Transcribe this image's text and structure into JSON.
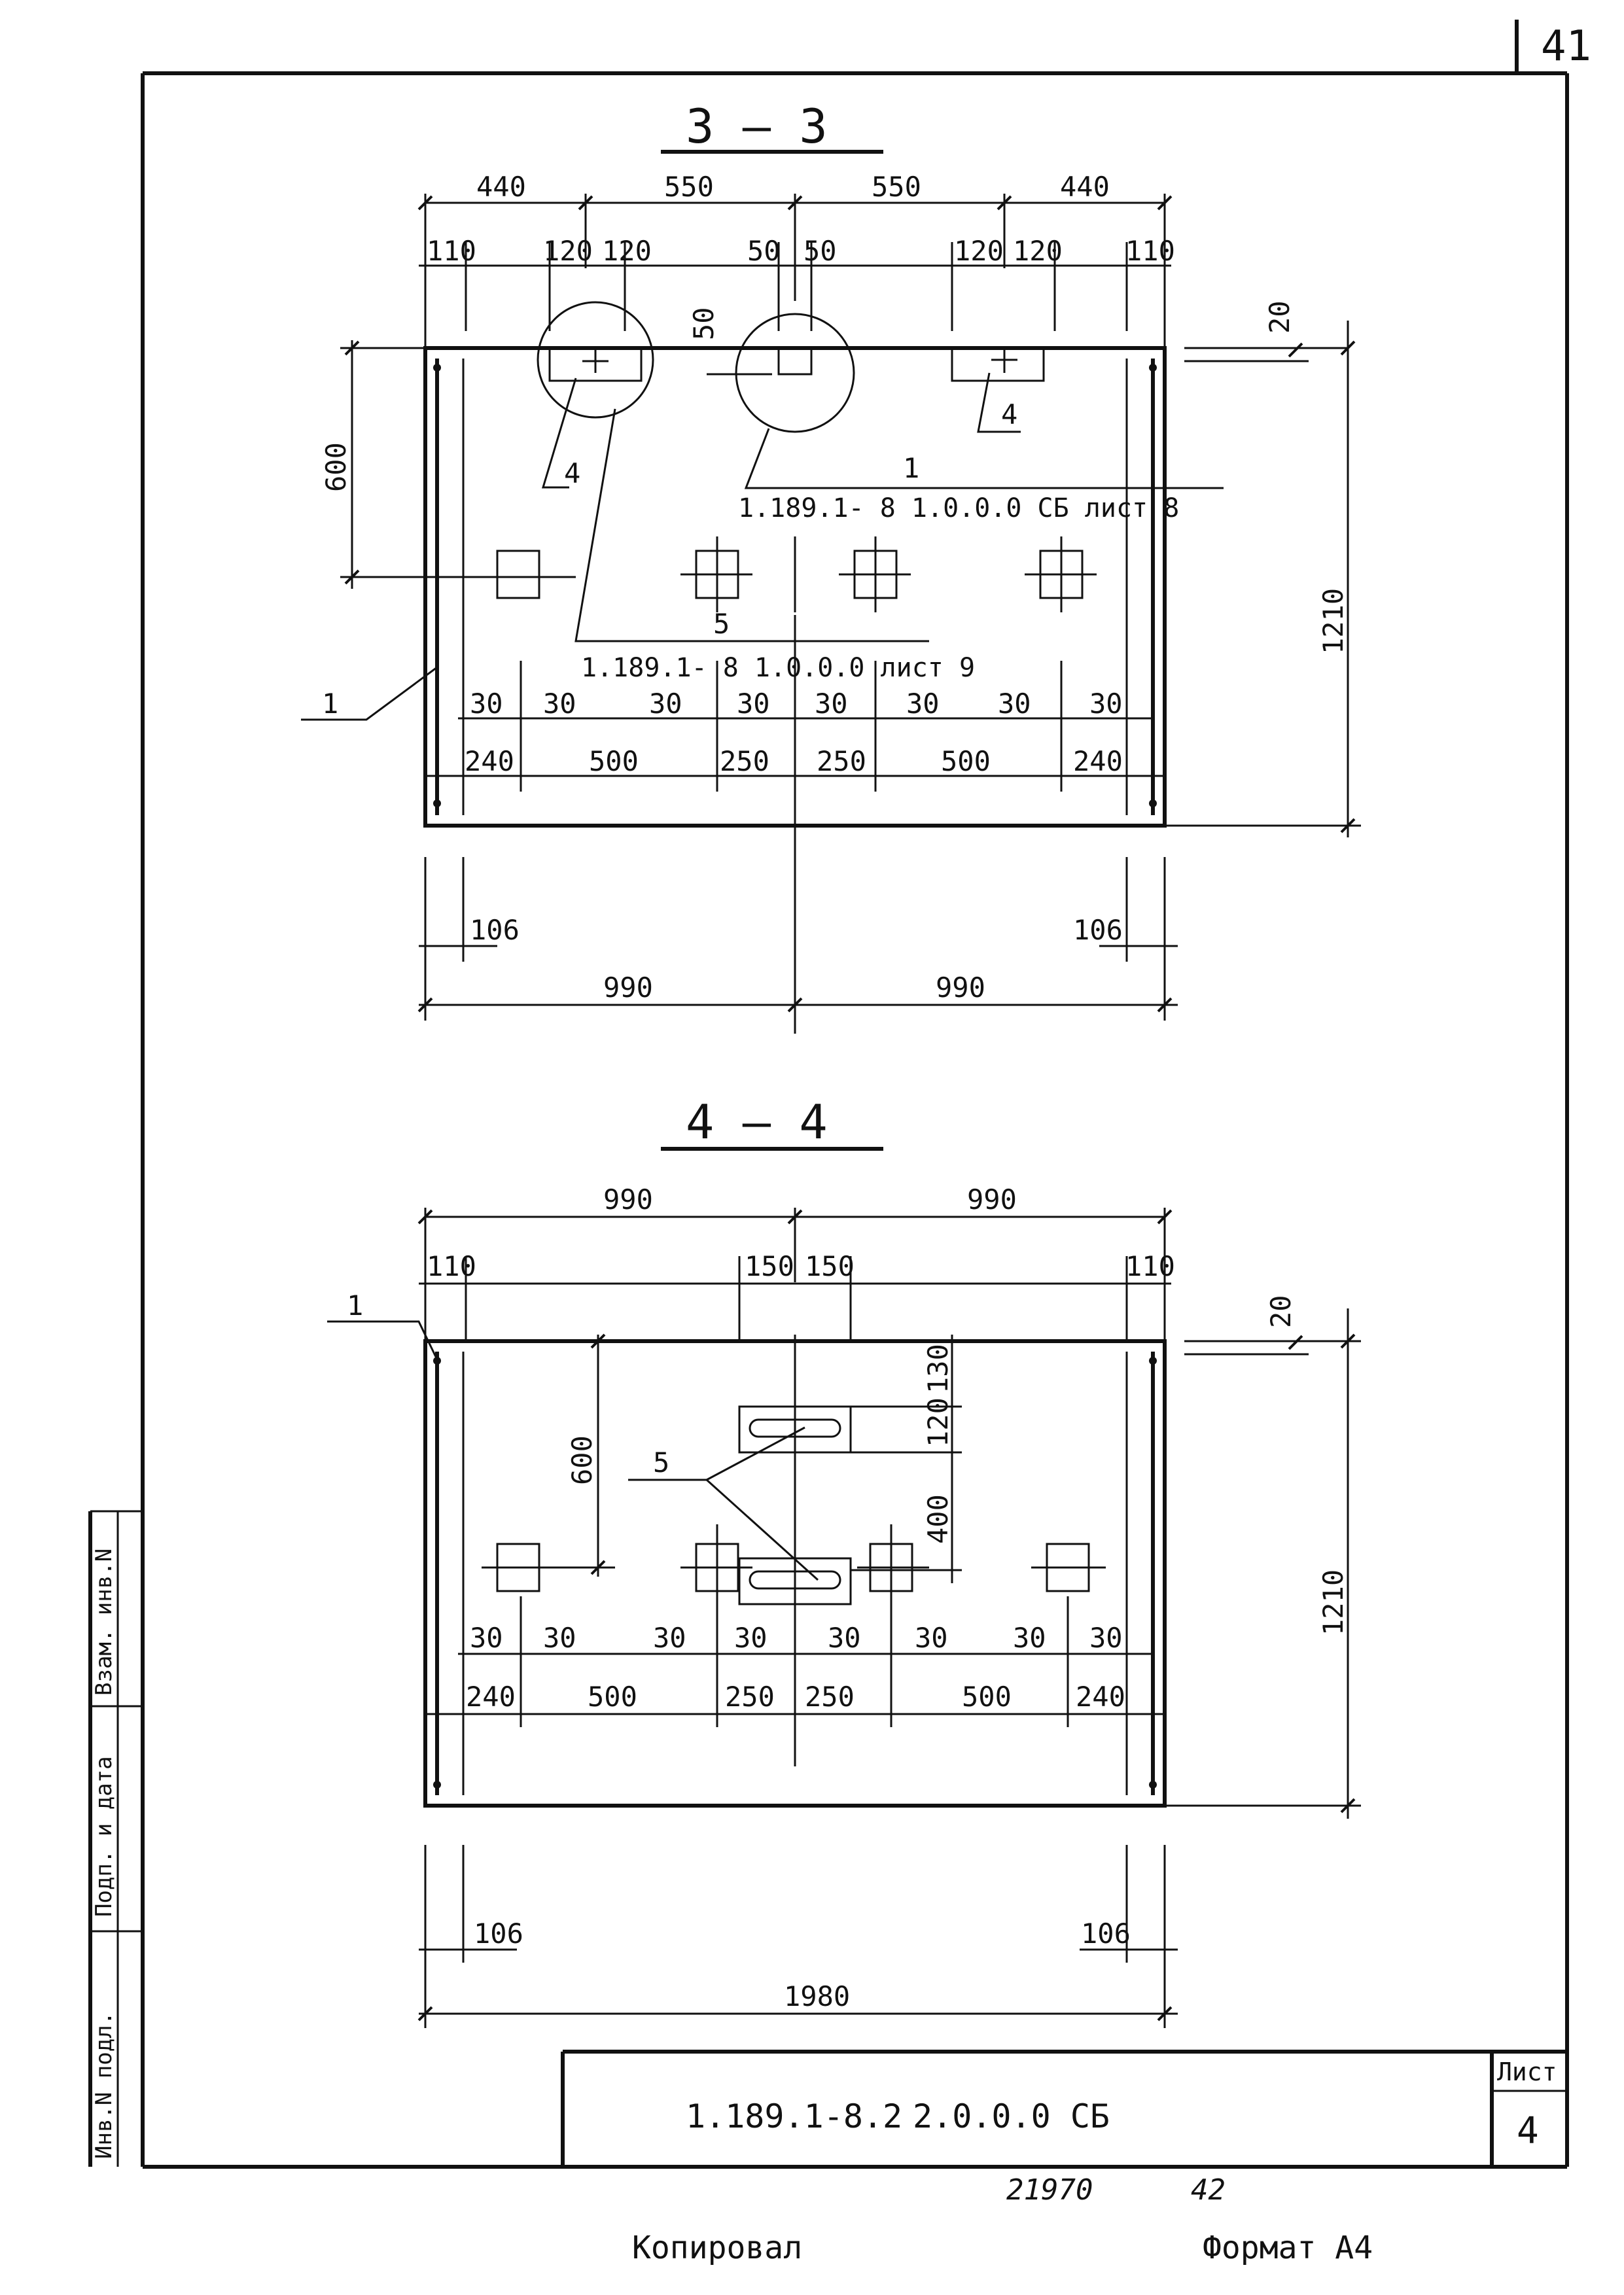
{
  "sheet_number": "41",
  "drawing_code": "1.189.1-8.2",
  "assembly_code": "2.0.0.0 СБ",
  "list_label": "Лист",
  "list_value": "4",
  "stamp_number": "21970",
  "stamp_page": "42",
  "copied_label": "Копировал",
  "format_label": "Формат А4",
  "side_stamp": {
    "inv_podl": "Инв.N подл.",
    "podp_data": "Подп. и дата",
    "vzam_inv": "Взам. инв.N"
  },
  "section_33": {
    "title": "3 — 3",
    "top_dims": [
      "440",
      "550",
      "550",
      "440"
    ],
    "sub_dims": [
      "110",
      "120",
      "120",
      "50",
      "50",
      "120",
      "120",
      "110"
    ],
    "dim_50_vertical": "50",
    "dim_20": "20",
    "dim_600": "600",
    "dim_1210": "1210",
    "label_1": "1",
    "label_4a": "4",
    "label_4b": "4",
    "label_1_ref": "1",
    "ref_1": "1.189.1- 8    1.0.0.0 СБ лист 8",
    "label_5": "5",
    "ref_5": "1.189.1- 8    1.0.0.0 лист 9",
    "small_dims": [
      "30",
      "30",
      "30",
      "30",
      "30",
      "30",
      "30",
      "30"
    ],
    "row_dims": [
      "240",
      "500",
      "250",
      "250",
      "500",
      "240"
    ],
    "dim_106_left": "106",
    "dim_106_right": "106",
    "bottom_dims": [
      "990",
      "990"
    ]
  },
  "section_44": {
    "title": "4 — 4",
    "top_dims": [
      "990",
      "990"
    ],
    "sub_dims": [
      "110",
      "150",
      "150",
      "110"
    ],
    "dim_20": "20",
    "dim_600": "600",
    "dim_130": "130",
    "dim_120": "120",
    "dim_400": "400",
    "dim_1210": "1210",
    "label_1": "1",
    "label_5": "5",
    "small_dims": [
      "30",
      "30",
      "30",
      "30",
      "30",
      "30",
      "30",
      "30"
    ],
    "row_dims": [
      "240",
      "500",
      "250",
      "250",
      "500",
      "240"
    ],
    "dim_106_left": "106",
    "dim_106_right": "106",
    "bottom_dim": "1980"
  }
}
